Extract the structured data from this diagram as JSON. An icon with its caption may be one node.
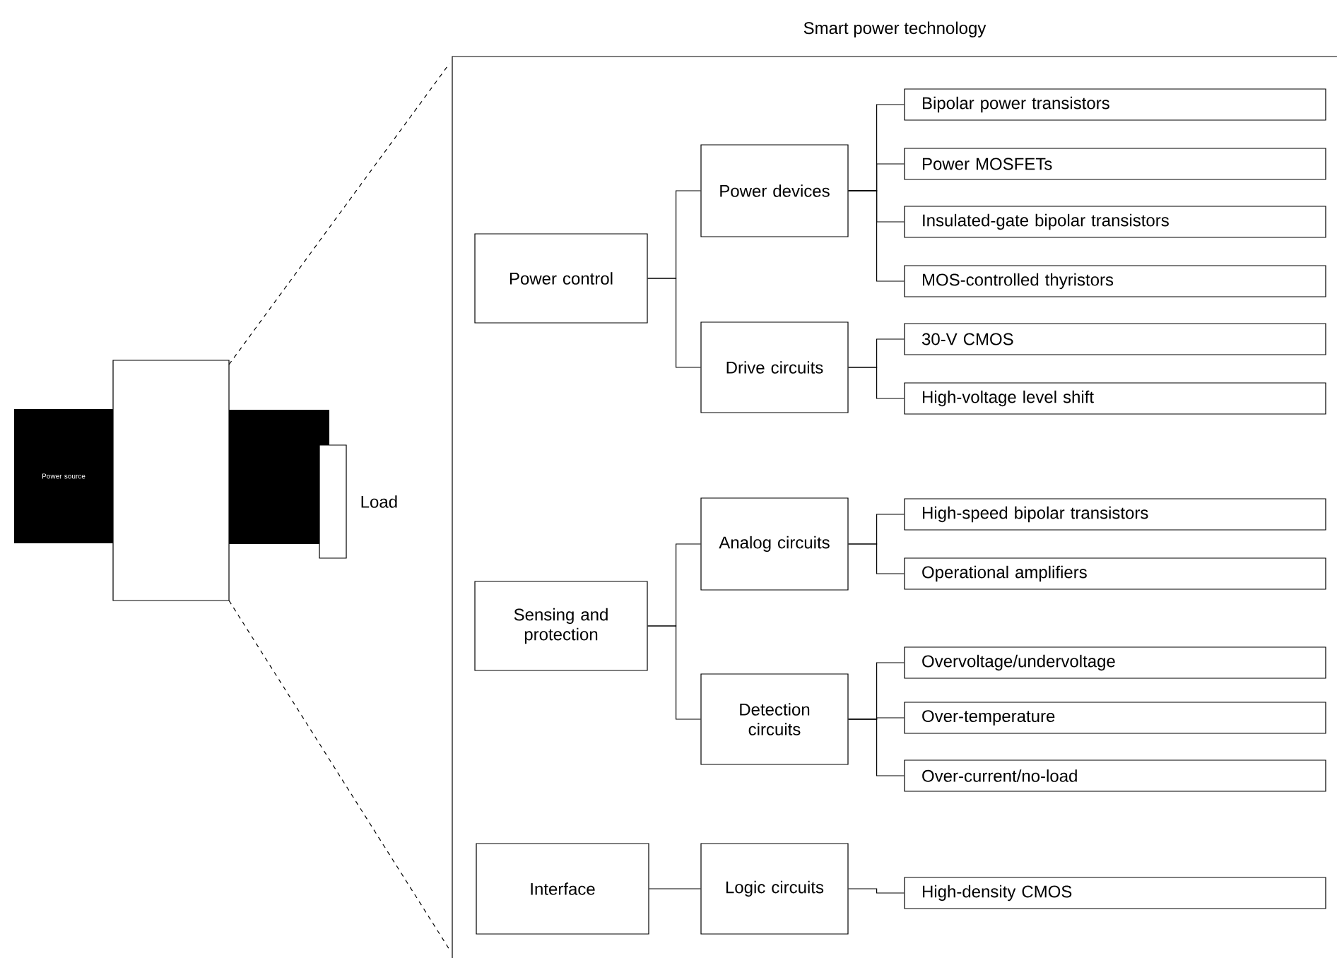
{
  "diagram": {
    "title": "Smart power technology",
    "nodes": [
      {
        "text": [
          "Power source"
        ]
      },
      {
        "text": [
          "Load"
        ]
      },
      {
        "text": [
          "Power control"
        ]
      },
      {
        "text": [
          "Power devices"
        ]
      },
      {
        "text": [
          "Bipolar power transistors"
        ]
      },
      {
        "text": [
          "Power MOSFETs"
        ]
      },
      {
        "text": [
          "Insulated-gate bipolar transistors"
        ]
      },
      {
        "text": [
          "MOS-controlled thyristors"
        ]
      },
      {
        "text": [
          "Drive circuits"
        ]
      },
      {
        "text": [
          "30-V CMOS"
        ]
      },
      {
        "text": [
          "High-voltage level shift"
        ]
      },
      {
        "text": [
          "Sensing and protection"
        ]
      },
      {
        "text": [
          "Analog circuits"
        ]
      },
      {
        "text": [
          "High-speed bipolar transistors"
        ]
      },
      {
        "text": [
          "Operational amplifiers"
        ]
      },
      {
        "text": [
          "Detection circuits"
        ]
      },
      {
        "text": [
          "Overvoltage/undervoltage"
        ]
      },
      {
        "text": [
          "Over-temperature"
        ]
      },
      {
        "text": [
          "Over-current/no-load"
        ]
      },
      {
        "text": [
          "Interface"
        ]
      },
      {
        "text": [
          "Logic circuits"
        ]
      },
      {
        "text": [
          "High-density CMOS"
        ]
      }
    ],
    "edges": [
      {
        "from": 2,
        "to": 3,
        "arrow": "none"
      },
      {
        "from": 3,
        "to": 4,
        "arrow": "none"
      },
      {
        "from": 3,
        "to": 5,
        "arrow": "none"
      },
      {
        "from": 3,
        "to": 6,
        "arrow": "none"
      },
      {
        "from": 3,
        "to": 7,
        "arrow": "none"
      },
      {
        "from": 2,
        "to": 8,
        "arrow": "none"
      },
      {
        "from": 8,
        "to": 9,
        "arrow": "none"
      },
      {
        "from": 8,
        "to": 10,
        "arrow": "none"
      },
      {
        "from": 11,
        "to": 12,
        "arrow": "none"
      },
      {
        "from": 12,
        "to": 13,
        "arrow": "none"
      },
      {
        "from": 12,
        "to": 14,
        "arrow": "none"
      },
      {
        "from": 11,
        "to": 15,
        "arrow": "none"
      },
      {
        "from": 15,
        "to": 16,
        "arrow": "none"
      },
      {
        "from": 15,
        "to": 17,
        "arrow": "none"
      },
      {
        "from": 15,
        "to": 18,
        "arrow": "none"
      },
      {
        "from": 19,
        "to": 20,
        "arrow": "none"
      },
      {
        "from": 20,
        "to": 21,
        "arrow": "none"
      }
    ]
  }
}
